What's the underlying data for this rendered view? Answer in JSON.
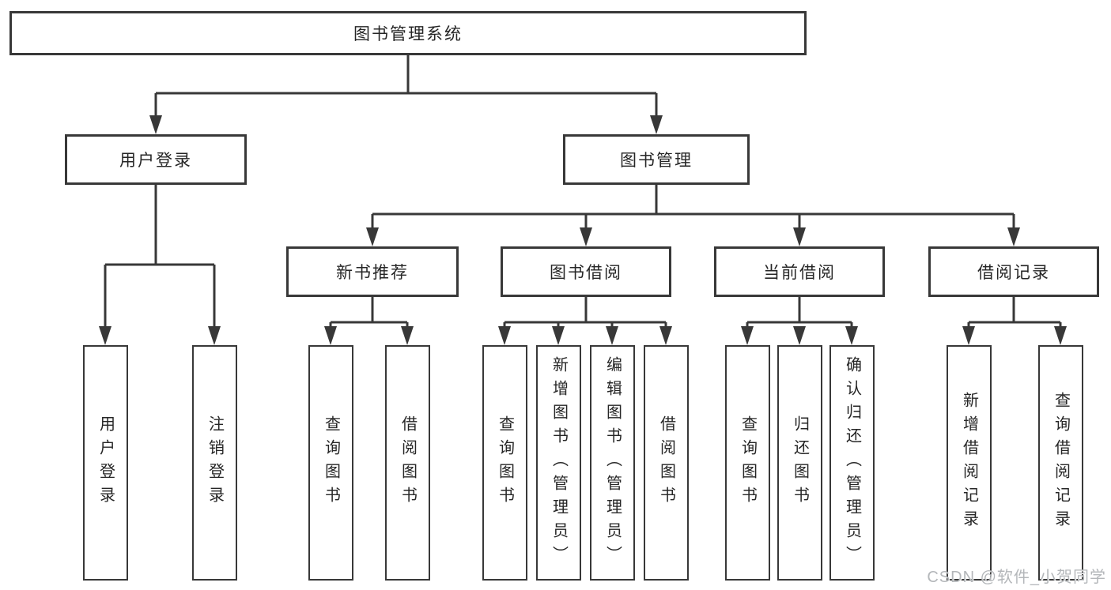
{
  "diagram": {
    "type": "hierarchy-tree",
    "tree": {
      "label": "图书管理系统",
      "children": [
        {
          "label": "用户登录",
          "children": [
            {
              "label": "用户登录"
            },
            {
              "label": "注销登录"
            }
          ]
        },
        {
          "label": "图书管理",
          "children": [
            {
              "label": "新书推荐",
              "children": [
                {
                  "label": "查询图书"
                },
                {
                  "label": "借阅图书"
                }
              ]
            },
            {
              "label": "图书借阅",
              "children": [
                {
                  "label": "查询图书"
                },
                {
                  "label": "新增图书（管理员）"
                },
                {
                  "label": "编辑图书（管理员）"
                },
                {
                  "label": "借阅图书"
                }
              ]
            },
            {
              "label": "当前借阅",
              "children": [
                {
                  "label": "查询图书"
                },
                {
                  "label": "归还图书"
                },
                {
                  "label": "确认归还（管理员）"
                }
              ]
            },
            {
              "label": "借阅记录",
              "children": [
                {
                  "label": "新增借阅记录"
                },
                {
                  "label": "查询借阅记录"
                }
              ]
            }
          ]
        }
      ]
    }
  },
  "watermark": {
    "text": "CSDN @软件_小贺同学"
  },
  "colors": {
    "line": "#383838",
    "node_border": "#383838",
    "node_fill": "#ffffff",
    "text": "#262626",
    "background": "#ffffff",
    "watermark": "#b4b7ba"
  }
}
